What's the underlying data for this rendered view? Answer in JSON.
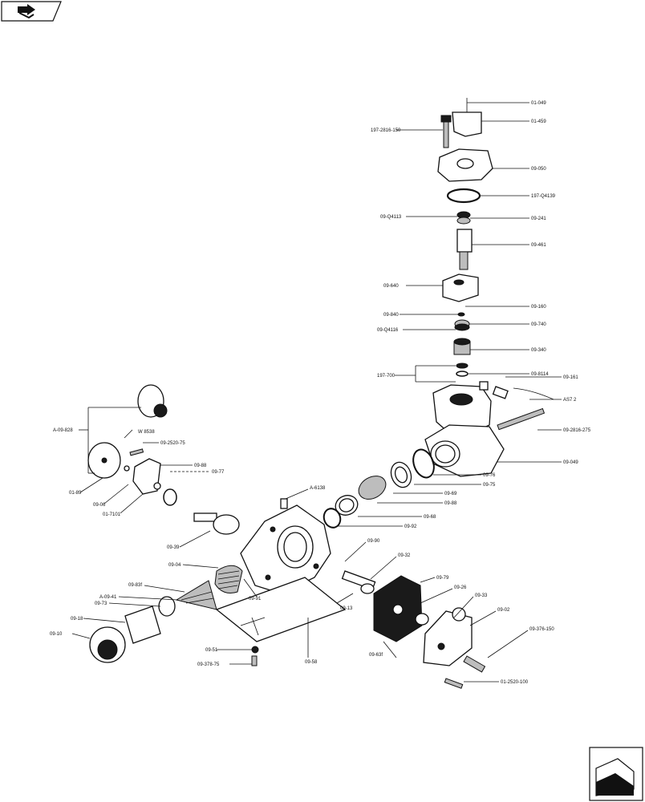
{
  "icons": {
    "top_left": "back-arrow-icon",
    "bottom_right": "next-page-arrow-icon"
  },
  "diagram": {
    "labels": {
      "01_049": "01-049",
      "01_459": "01-459",
      "197_2816_150": "197-2816-150",
      "09_050": "09-050",
      "197_Q4139": "197-Q4139",
      "09_Q4113": "09-Q4113",
      "09_241": "09-241",
      "09_461": "09-461",
      "09_640": "09-640",
      "09_160": "09-160",
      "09_840": "09-840",
      "09_740": "09-740",
      "09_Q4116": "09-Q4116",
      "09_340": "09-340",
      "197_700": "197-700",
      "09_8114": "09-8114",
      "09_161": "09-161",
      "AS72": "AS7 2",
      "09_2816_275": "09-2816-275",
      "09_049": "09-049",
      "09_76a": "09-76",
      "09_75": "09-75",
      "09_69": "09-69",
      "09_88": "09-88",
      "09_68": "09-68",
      "09_92": "09-92",
      "A_09_828": "A-09-828",
      "W_8538": "W 8538",
      "09_2520_75": "09-2520-75",
      "09_88b": "09-88",
      "09_77": "09-77",
      "01_89": "01-89",
      "09_06": "09-06",
      "01_7101": "01-7101",
      "A_6138": "A-6138",
      "09_39": "09-39",
      "09_04": "09-04",
      "09_90": "09-90",
      "09_32": "09-32",
      "09_83f": "09-83f",
      "A_09_41": "A-09-41",
      "09_73": "09-73",
      "09_91": "09-91",
      "09_13": "09-13",
      "09_79": "09-79",
      "09_26": "09-26",
      "09_33": "09-33",
      "09_02": "09-02",
      "09_18": "09-18",
      "09_10": "09-10",
      "09_376_150": "09-376-150",
      "09_63f": "09-63f",
      "09_51": "09-51",
      "09_378_75": "09-378-75",
      "09_58": "09-58",
      "01_2520_100": "01-2520-100"
    }
  }
}
